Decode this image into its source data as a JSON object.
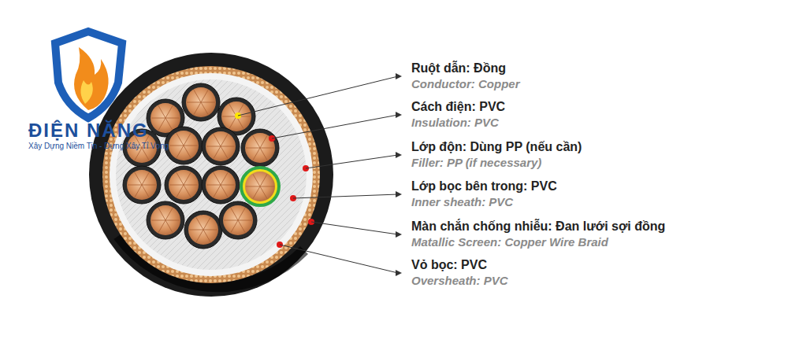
{
  "diagram": {
    "labels": [
      "ĐIỆN NĂNG",
      "Xây Dựng Niềm Tin - Dựng Xây Tỉ Vọng",
      "Ruột dẫn: Đồng",
      "Conductor: Copper",
      "Cách điện: PVC",
      "Insulation: PVC",
      "Lớp độn: Dùng PP (nếu cần)",
      "Filler: PP (if necessary)",
      "Lớp bọc bên trong: PVC",
      "Inner sheath: PVC",
      "Màn chắn chống nhiễu: Đan lưới sợi đồng",
      "Matallic Screen: Copper Wire Braid",
      "Vỏ bọc: PVC",
      "Oversheath: PVC"
    ]
  }
}
